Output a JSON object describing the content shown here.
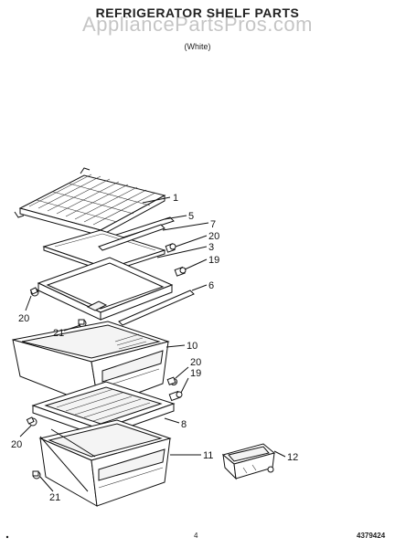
{
  "header": {
    "title": "REFRIGERATOR SHELF PARTS",
    "watermark": "AppliancePartsPros.com",
    "subtitle": "",
    "color_note": "(White)"
  },
  "callouts": {
    "c1": "1",
    "c5": "5",
    "c7": "7",
    "c20a": "20",
    "c3": "3",
    "c19a": "19",
    "c6": "6",
    "c20b": "20",
    "c21a": "21",
    "c10": "10",
    "c20c": "20",
    "c19b": "19",
    "c8": "8",
    "c20d": "20",
    "c11": "11",
    "c12": "12",
    "c21b": "21"
  },
  "footer": {
    "page_number": "4",
    "document_number": "4379424"
  }
}
